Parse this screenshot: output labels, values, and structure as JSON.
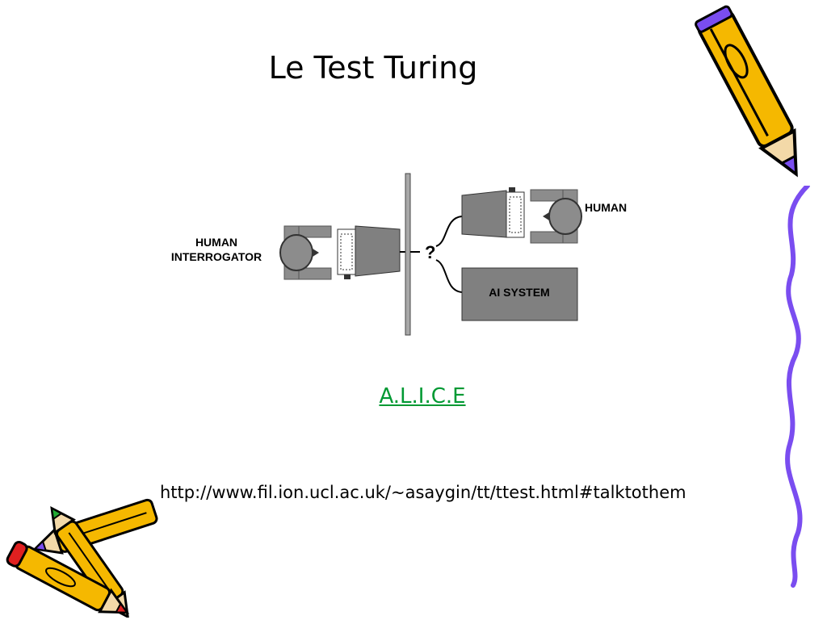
{
  "slide": {
    "title": "Le Test Turing",
    "link_text": "A.L.I.C.E",
    "url_text": "http://www.fil.ion.ucl.ac.uk/~asaygin/tt/ttest.html#talktothem"
  },
  "diagram": {
    "interrogator_label_line1": "HUMAN",
    "interrogator_label_line2": "INTERROGATOR",
    "human_label": "HUMAN",
    "ai_label": "AI SYSTEM",
    "question_mark": "?"
  },
  "colors": {
    "link": "#009933",
    "machine_gray": "#808080",
    "pencil_yellow": "#f5b800",
    "pencil_tip": "#7a4df0",
    "border_line": "#7a4df0"
  },
  "icons": [
    "pencil-icon",
    "crossed-pencils-icon",
    "computer-terminal-icon",
    "person-topview-icon"
  ]
}
